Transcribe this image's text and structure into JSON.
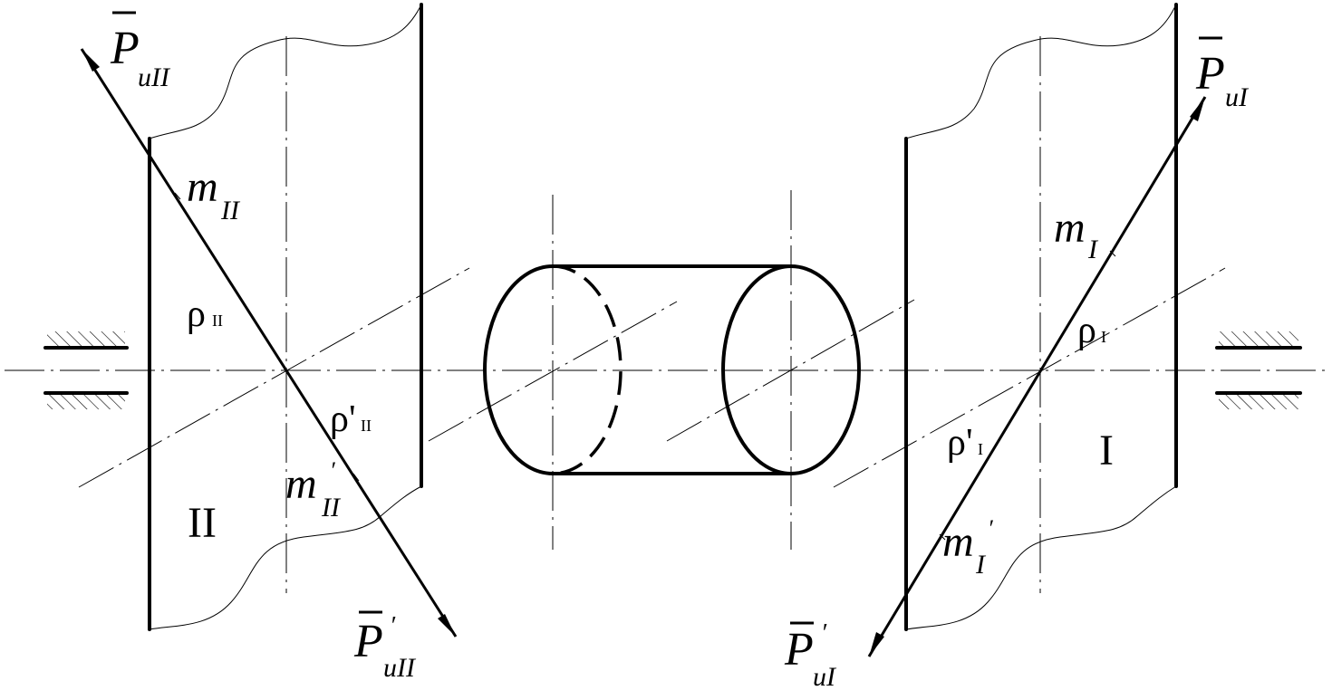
{
  "labels": {
    "P_uII": {
      "base": "P",
      "sub": "uII"
    },
    "P_uII_prime": {
      "base": "P",
      "prime": "′",
      "sub": "uII"
    },
    "P_uI": {
      "base": "P",
      "sub": "uI"
    },
    "P_uI_prime": {
      "base": "P",
      "prime": "′",
      "sub": "uI"
    },
    "m_II": {
      "base": "m",
      "sub": "II"
    },
    "m_II_prime": {
      "base": "m",
      "prime": "′",
      "sub": "II"
    },
    "m_I": {
      "base": "m",
      "sub": "I"
    },
    "m_I_prime": {
      "base": "m",
      "prime": "′",
      "sub": "I"
    },
    "rho_II": {
      "base": "ρ",
      "sub": "II"
    },
    "rho_II_prime": {
      "base": "ρ'",
      "sub": "II"
    },
    "rho_I": {
      "base": "ρ",
      "sub": "I"
    },
    "rho_I_prime": {
      "base": "ρ'",
      "sub": "I"
    },
    "disk_II": "II",
    "disk_I": "I"
  }
}
